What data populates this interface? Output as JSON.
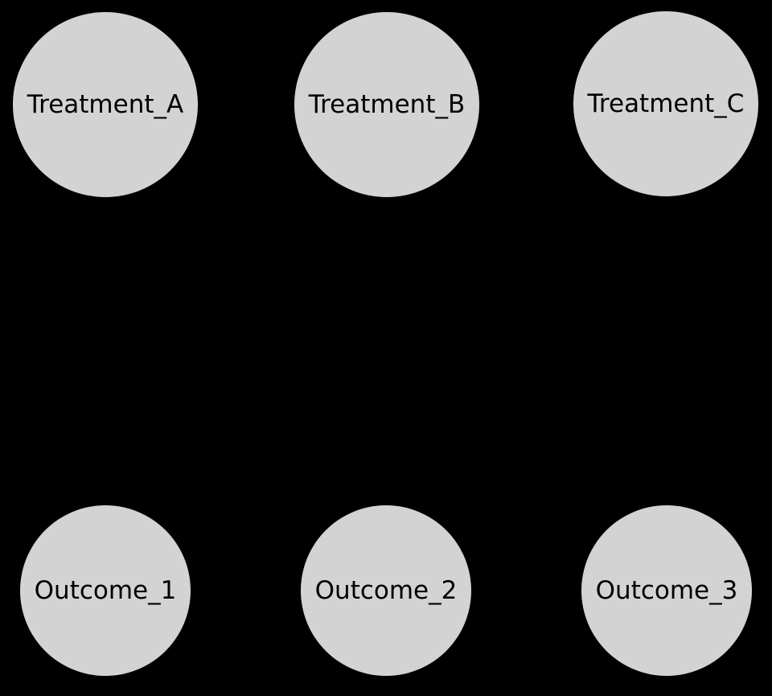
{
  "diagram": {
    "title": "",
    "background_color": "#000000",
    "node_fill_color": "#d3d3d3",
    "node_text_color": "#000000",
    "edges": [],
    "nodes": [
      {
        "id": "treatment_a",
        "label": "Treatment_A",
        "row": "top",
        "col": 1
      },
      {
        "id": "treatment_b",
        "label": "Treatment_B",
        "row": "top",
        "col": 2
      },
      {
        "id": "treatment_c",
        "label": "Treatment_C",
        "row": "top",
        "col": 3
      },
      {
        "id": "outcome_1",
        "label": "Outcome_1",
        "row": "bottom",
        "col": 1
      },
      {
        "id": "outcome_2",
        "label": "Outcome_2",
        "row": "bottom",
        "col": 2
      },
      {
        "id": "outcome_3",
        "label": "Outcome_3",
        "row": "bottom",
        "col": 3
      }
    ]
  }
}
